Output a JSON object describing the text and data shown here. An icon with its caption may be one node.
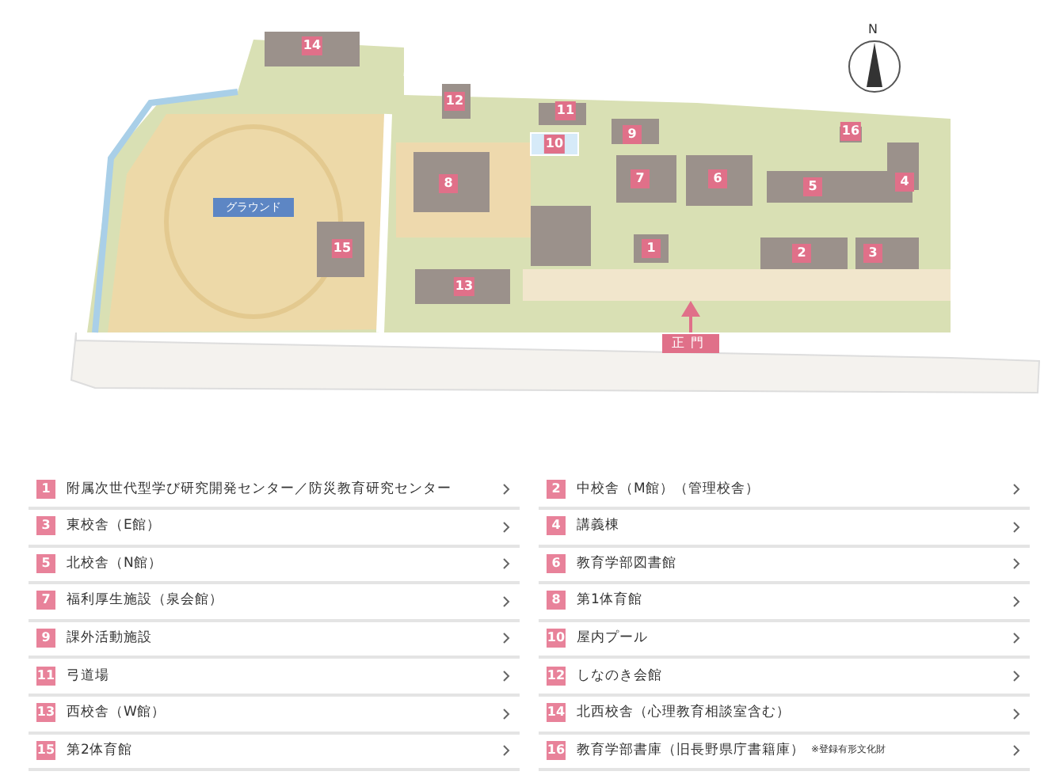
{
  "diagram": {
    "nodes": [
      {
        "text": [
          "1"
        ]
      },
      {
        "text": [
          "2"
        ]
      },
      {
        "text": [
          "3"
        ]
      },
      {
        "text": [
          "4"
        ]
      },
      {
        "text": [
          "5"
        ]
      },
      {
        "text": [
          "6"
        ]
      },
      {
        "text": [
          "7"
        ]
      },
      {
        "text": [
          "8"
        ]
      },
      {
        "text": [
          "9"
        ]
      },
      {
        "text": [
          "10"
        ]
      },
      {
        "text": [
          "11"
        ]
      },
      {
        "text": [
          "12"
        ]
      },
      {
        "text": [
          "13"
        ]
      },
      {
        "text": [
          "14"
        ]
      },
      {
        "text": [
          "15"
        ]
      },
      {
        "text": [
          "16"
        ]
      },
      {
        "text": [
          "グラウンド"
        ]
      },
      {
        "text": [
          "正門"
        ]
      }
    ],
    "edges": [],
    "labels": [
      "N",
      "1",
      "附属次世代型学び研究開発センター／防災教育研究センター",
      "2",
      "中校舎（M館）（管理校舎）",
      "3",
      "東校舎（E館）",
      "4",
      "講義棟",
      "5",
      "北校舎（N館）",
      "6",
      "教育学部図書館",
      "7",
      "福利厚生施設（泉会館）",
      "8",
      "第1体育館",
      "9",
      "課外活動施設",
      "10",
      "屋内プール",
      "11",
      "弓道場",
      "12",
      "しなのき会館",
      "13",
      "西校舎（W館）",
      "14",
      "北西校舎（心理教育相談室含む）",
      "15",
      "第2体育館",
      "16",
      "教育学部書庫（旧長野県庁書籍庫）",
      "※登録有形文化財"
    ]
  }
}
